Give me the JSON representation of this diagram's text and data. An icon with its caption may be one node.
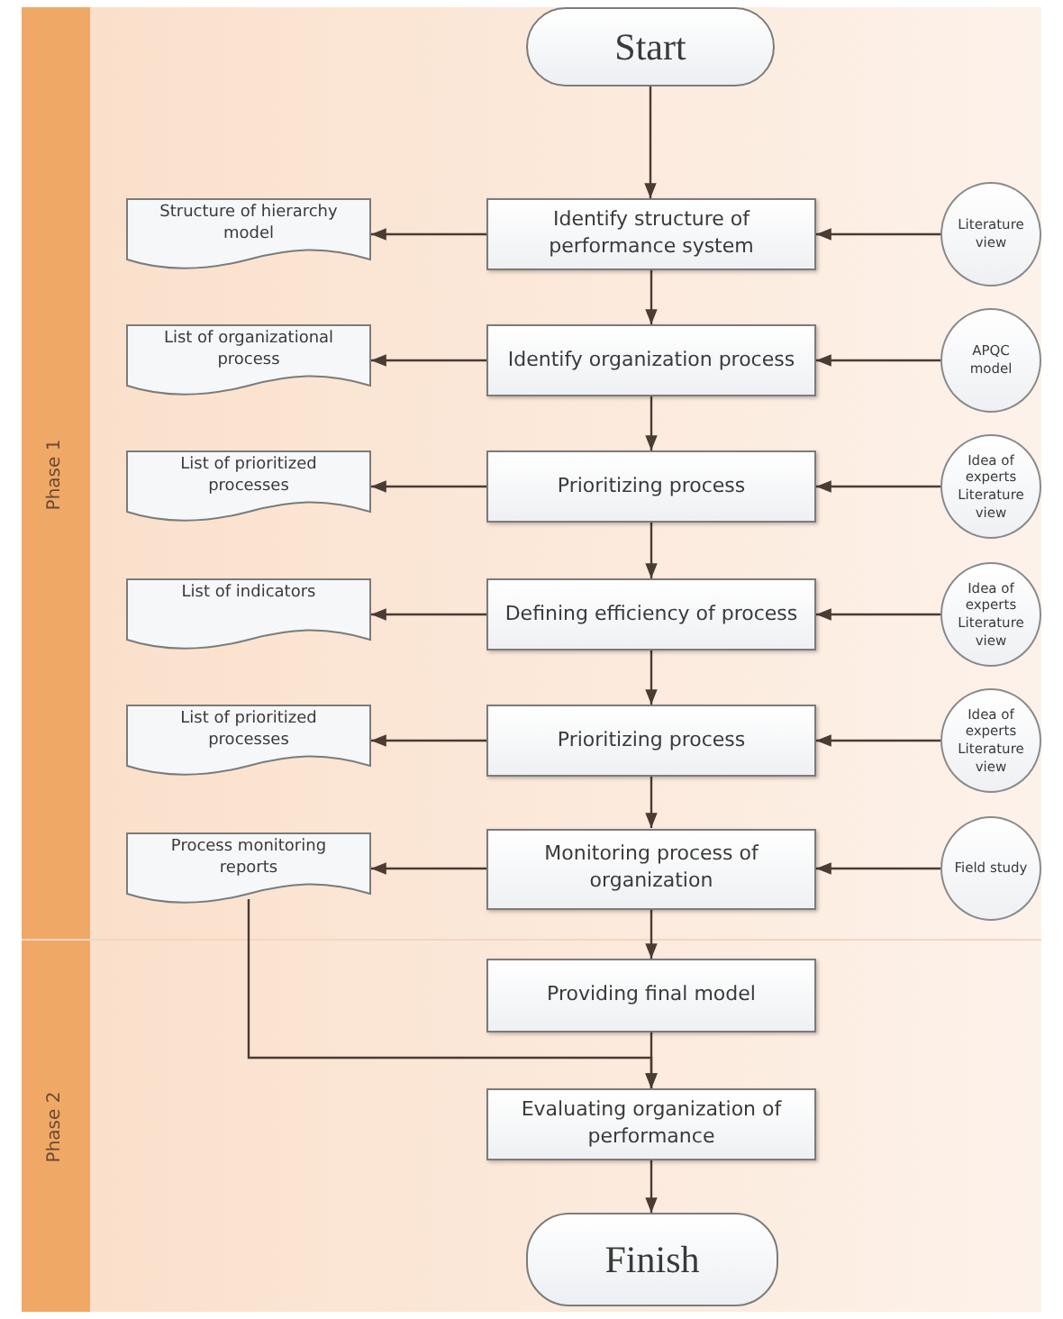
{
  "diagram": {
    "nodes": [
      {
        "text": [
          "Phase 1"
        ]
      },
      {
        "text": [
          "Start"
        ],
        "in": 0
      },
      {
        "text": [
          "Structure of hierarchy model"
        ],
        "in": 0
      },
      {
        "text": [
          "Identify structure of performance system"
        ],
        "in": 0
      },
      {
        "text": [
          "Literature view"
        ],
        "in": 0
      },
      {
        "text": [
          "List of organizational process"
        ],
        "in": 0
      },
      {
        "text": [
          "Identify organization process"
        ],
        "in": 0
      },
      {
        "text": [
          "APQC model"
        ],
        "in": 0
      },
      {
        "text": [
          "List of prioritized processes"
        ],
        "in": 0
      },
      {
        "text": [
          "Prioritizing process"
        ],
        "in": 0
      },
      {
        "text": [
          "Idea of experts Literature view"
        ],
        "in": 0
      },
      {
        "text": [
          "List of indicators"
        ],
        "in": 0
      },
      {
        "text": [
          "Defining efficiency of process"
        ],
        "in": 0
      },
      {
        "text": [
          "Idea of experts Literature view"
        ],
        "in": 0
      },
      {
        "text": [
          "List of prioritized processes"
        ],
        "in": 0
      },
      {
        "text": [
          "Prioritizing process"
        ],
        "in": 0
      },
      {
        "text": [
          "Idea of experts Literature view"
        ],
        "in": 0
      },
      {
        "text": [
          "Process monitoring reports"
        ],
        "in": 0
      },
      {
        "text": [
          "Monitoring process of organization"
        ],
        "in": 0
      },
      {
        "text": [
          "Field study"
        ],
        "in": 0
      },
      {
        "text": [
          "Phase 2"
        ]
      },
      {
        "text": [
          "Providing final model"
        ],
        "in": 20
      },
      {
        "text": [
          "Evaluating organization of performance"
        ],
        "in": 20
      },
      {
        "text": [
          "Finish"
        ],
        "in": 20
      }
    ],
    "edges": [
      {
        "from": 1,
        "to": 3,
        "arrow": "to"
      },
      {
        "from": 3,
        "to": 2,
        "arrow": "to"
      },
      {
        "from": 4,
        "to": 3,
        "arrow": "to"
      },
      {
        "from": 3,
        "to": 6,
        "arrow": "to"
      },
      {
        "from": 6,
        "to": 5,
        "arrow": "to"
      },
      {
        "from": 7,
        "to": 6,
        "arrow": "to"
      },
      {
        "from": 6,
        "to": 9,
        "arrow": "to"
      },
      {
        "from": 9,
        "to": 8,
        "arrow": "to"
      },
      {
        "from": 10,
        "to": 9,
        "arrow": "to"
      },
      {
        "from": 9,
        "to": 12,
        "arrow": "to"
      },
      {
        "from": 12,
        "to": 11,
        "arrow": "to"
      },
      {
        "from": 13,
        "to": 12,
        "arrow": "to"
      },
      {
        "from": 12,
        "to": 15,
        "arrow": "to"
      },
      {
        "from": 15,
        "to": 14,
        "arrow": "to"
      },
      {
        "from": 16,
        "to": 15,
        "arrow": "to"
      },
      {
        "from": 15,
        "to": 18,
        "arrow": "to"
      },
      {
        "from": 18,
        "to": 17,
        "arrow": "to"
      },
      {
        "from": 19,
        "to": 18,
        "arrow": "to"
      },
      {
        "from": 18,
        "to": 21,
        "arrow": "to"
      },
      {
        "from": 21,
        "to": 22,
        "arrow": "to"
      },
      {
        "from": 17,
        "to": 22,
        "arrow": "to"
      },
      {
        "from": 22,
        "to": 23,
        "arrow": "to"
      }
    ]
  }
}
